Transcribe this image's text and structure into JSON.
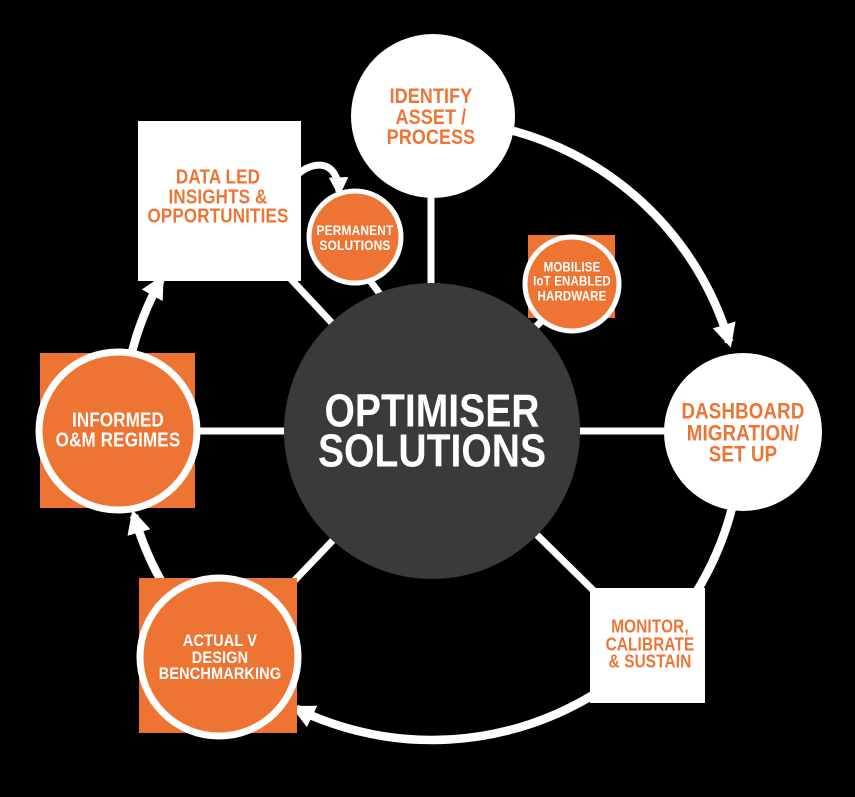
{
  "colors": {
    "orange": "#EE7434",
    "dark_gray": "#3A3A3A",
    "white": "#FFFFFF",
    "background": "#000000"
  },
  "center": {
    "label": "OPTIMISER\nSOLUTIONS"
  },
  "nodes": {
    "identify": {
      "label": "IDENTIFY\nASSET /\nPROCESS"
    },
    "mobilise": {
      "label": "MOBILISE\nIoT ENABLED\nHARDWARE"
    },
    "dashboard": {
      "label": "DASHBOARD\nMIGRATION/\nSET UP"
    },
    "monitor": {
      "label": "MONITOR,\nCALIBRATE\n& SUSTAIN"
    },
    "actual": {
      "label": "ACTUAL V\nDESIGN\nBENCHMARKING"
    },
    "informed": {
      "label": "INFORMED\nO&M REGIMES"
    },
    "dataled": {
      "label": "DATA LED\nINSIGHTS &\nOPPORTUNITIES"
    },
    "permanent": {
      "label": "PERMANENT\nSOLUTIONS"
    }
  },
  "arrows": [
    {
      "from": "identify",
      "to": "dashboard"
    },
    {
      "from": "dashboard",
      "to": "monitor"
    },
    {
      "from": "monitor",
      "to": "actual"
    },
    {
      "from": "actual",
      "to": "informed"
    },
    {
      "from": "informed",
      "to": "dataled"
    },
    {
      "from": "dataled",
      "to": "permanent"
    }
  ],
  "flow_direction": "clockwise"
}
